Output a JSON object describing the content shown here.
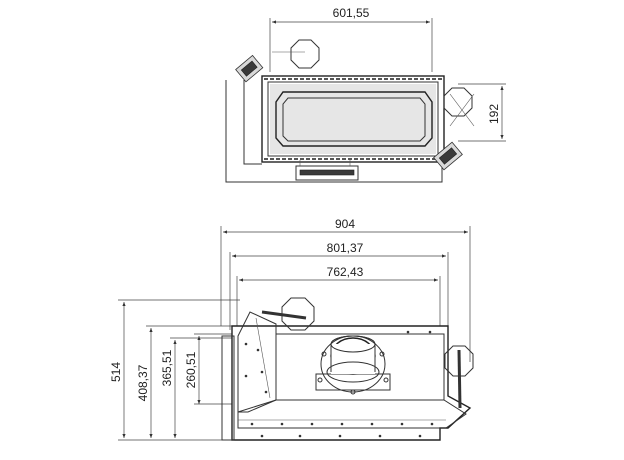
{
  "dimensions": {
    "top_width": "601,55",
    "top_depth": "192",
    "front_overall_width": "904",
    "front_width_2": "801,37",
    "front_width_3": "762,43",
    "height_1": "514",
    "height_2": "408,37",
    "height_3": "365,51",
    "height_4": "260,51"
  },
  "colors": {
    "line": "#333333",
    "fill_grey": "#d9d9d9",
    "fill_dark": "#3a3a3a"
  }
}
